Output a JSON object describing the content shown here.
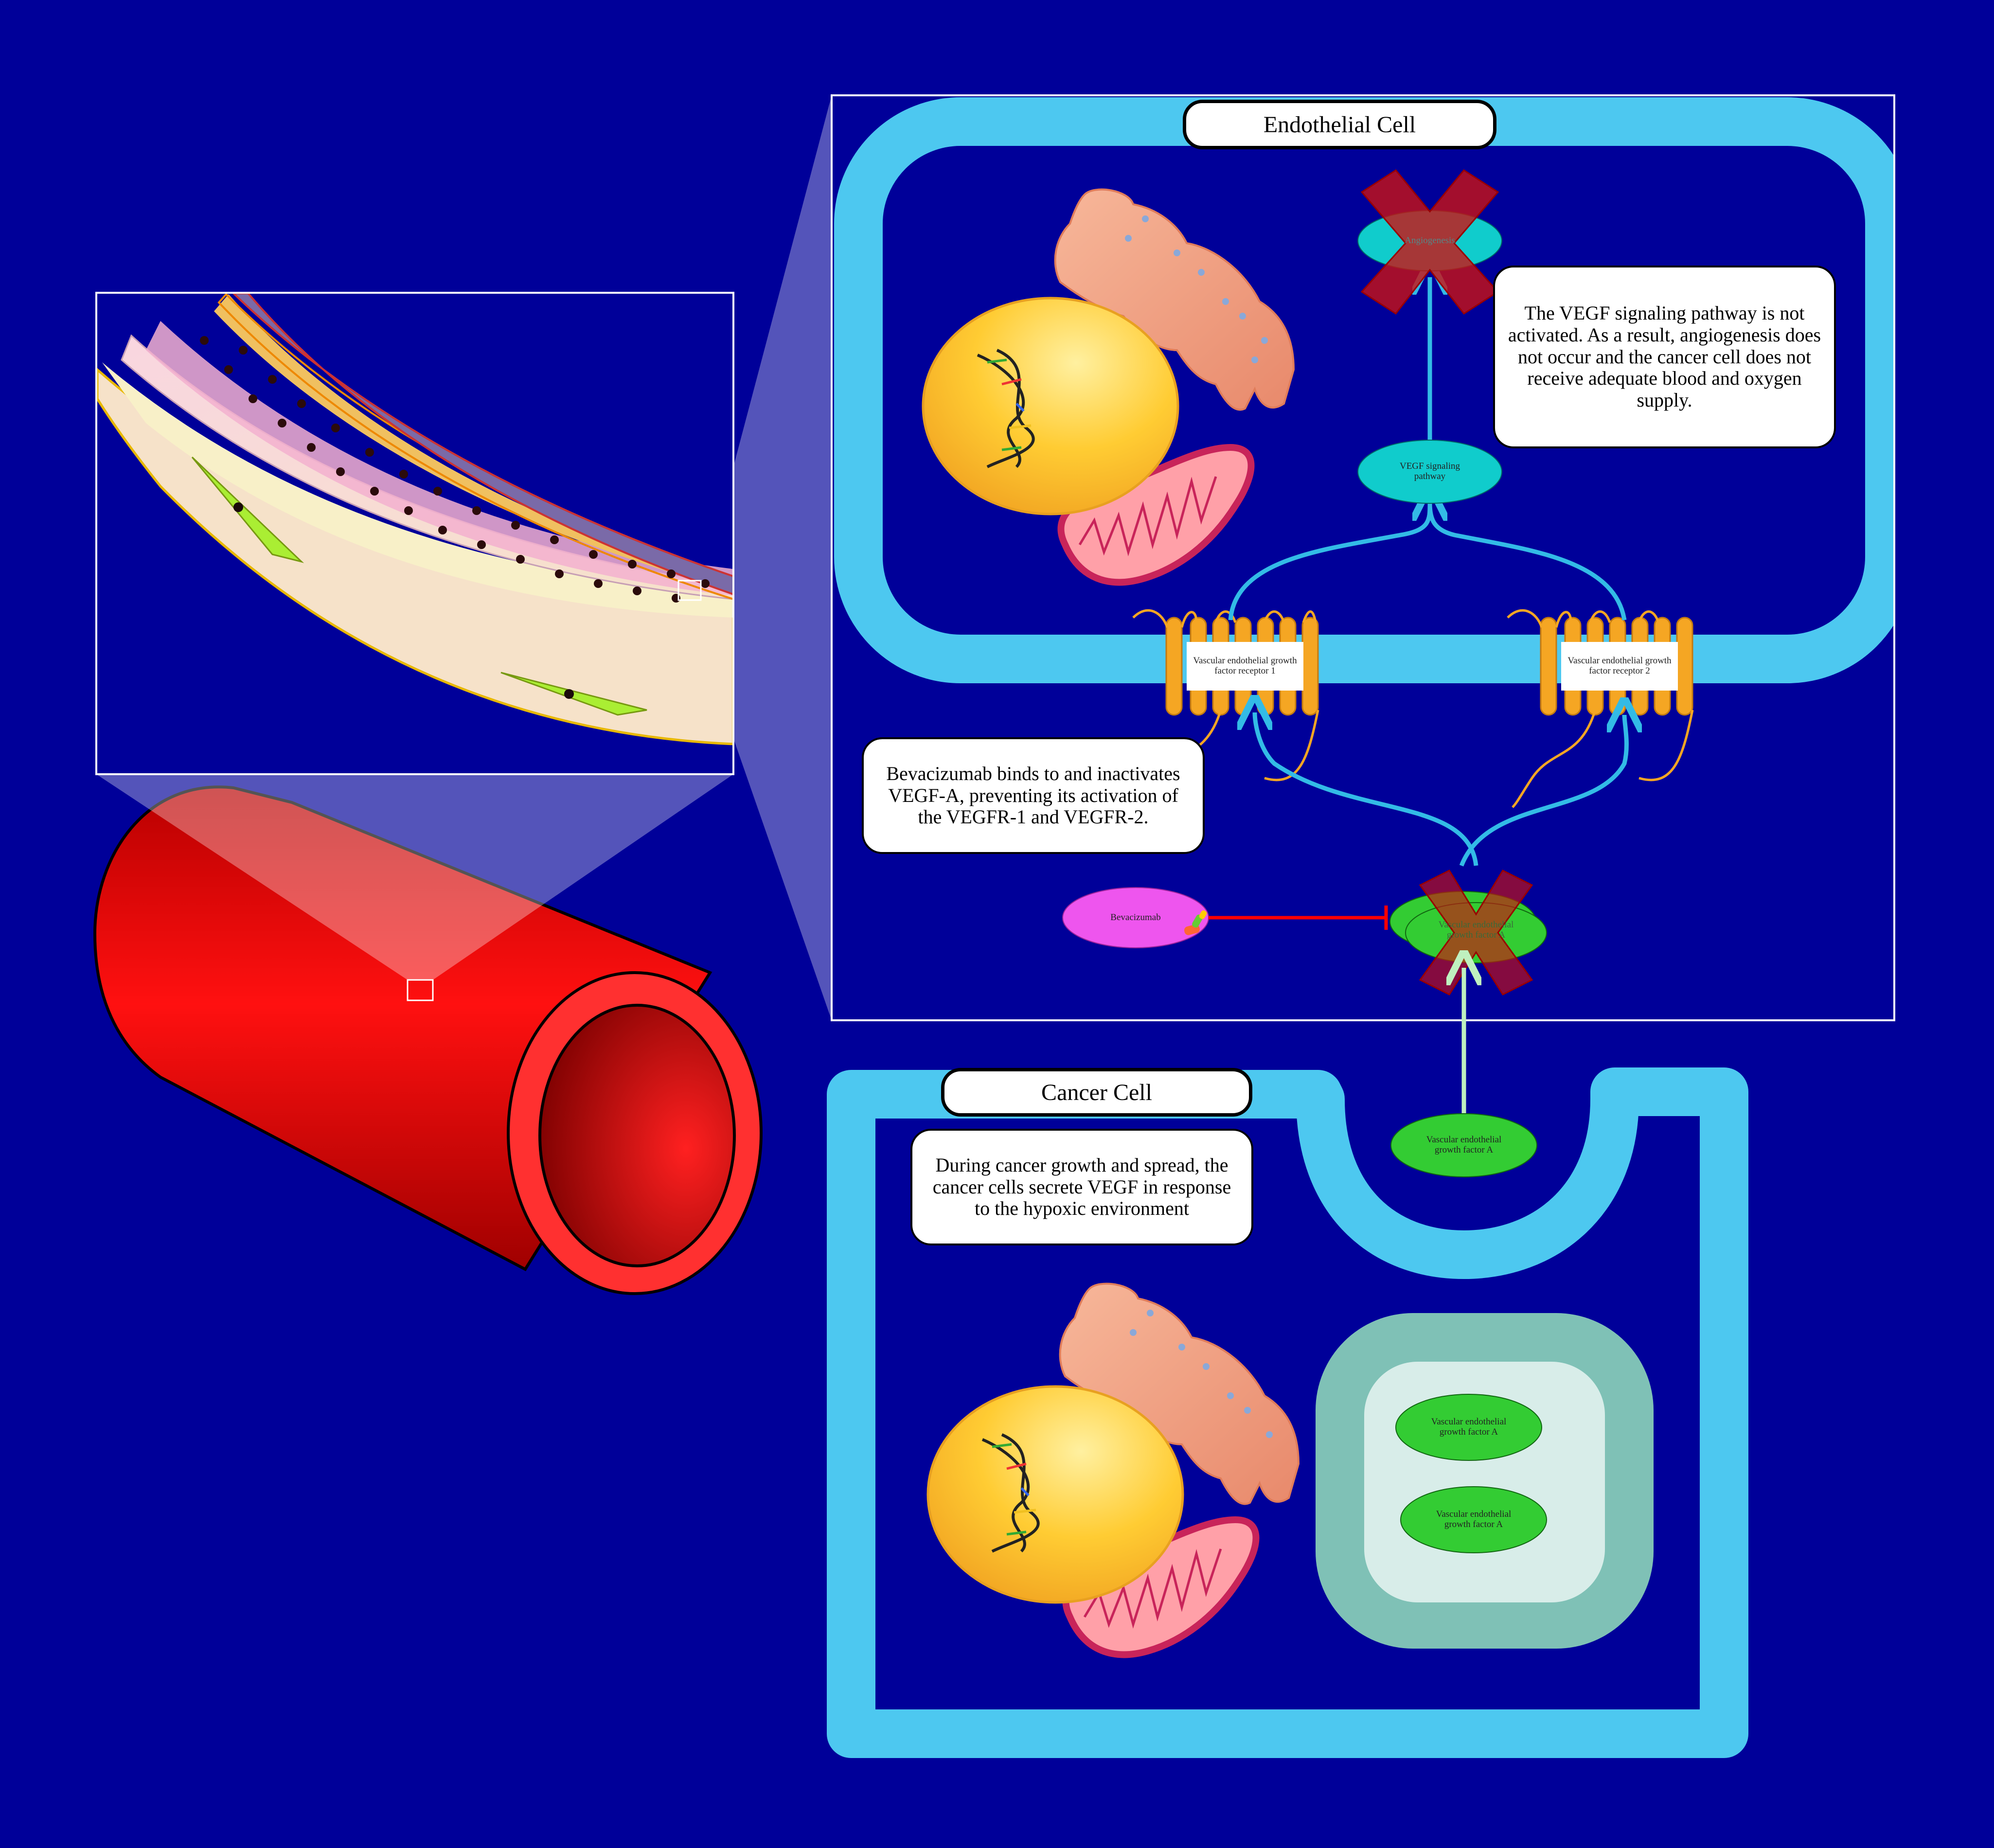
{
  "colors": {
    "background": "#000099",
    "membrane": "#4dc8f0",
    "vessel_red": "#ff0000",
    "ligand_green": "#33cc33",
    "node_cyan": "#10cccc",
    "drug_magenta": "#ee55ee",
    "inhibition_red": "#ff0000",
    "block_x": "#cc1111",
    "nucleus": "#ffcc33",
    "receptor_orange": "#f5a623",
    "vesicle": "#7fc1b6"
  },
  "endothelial": {
    "title": "Endothelial Cell",
    "angiogenesis": "Angiogenesis",
    "vegf_pathway": "VEGF signaling pathway",
    "receptor1": "Vascular endothelial growth factor receptor 1",
    "receptor2": "Vascular endothelial growth factor receptor 2",
    "vegf_bound": "Vascular endothelial growth factor A",
    "bevacizumab": "Bevacizumab",
    "note_pathway": "The VEGF signaling pathway is not activated. As a result, angiogenesis does not occur and the cancer cell does not receive adequate blood and oxygen supply.",
    "note_drug": "Bevacizumab binds to and inactivates VEGF-A, preventing its activation of the VEGFR-1 and VEGFR-2."
  },
  "cancer": {
    "title": "Cancer Cell",
    "note": "During cancer growth and spread, the cancer cells secrete VEGF in response to the hypoxic environment",
    "vegf_secreted": "Vascular endothelial growth factor A",
    "vesicle_vegf_1": "Vascular endothelial growth factor A",
    "vesicle_vegf_2": "Vascular endothelial growth factor A"
  },
  "icons": [
    "blood-vessel-icon",
    "vessel-wall-section-icon",
    "nucleus-icon",
    "dna-helix-icon",
    "golgi-icon",
    "mitochondrion-icon",
    "receptor-icon",
    "block-x-icon",
    "antibody-icon"
  ]
}
